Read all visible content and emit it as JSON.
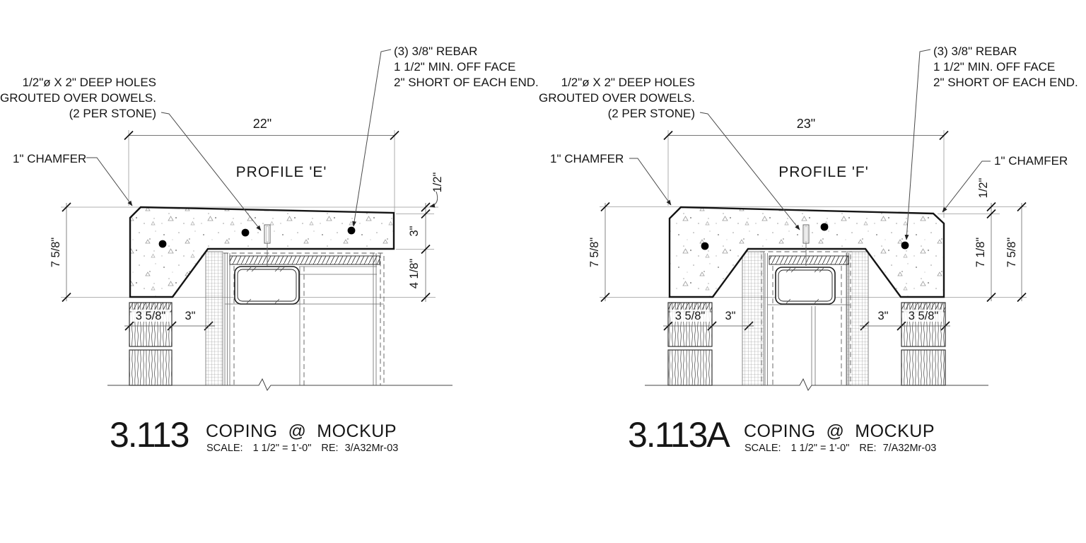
{
  "sheet": {
    "background": "#ffffff",
    "line_color": "#141414"
  },
  "details": [
    {
      "number": "3.113",
      "title": "COPING  @  MOCKUP",
      "scale_label": "SCALE:",
      "scale_value": "1 1/2\" = 1'-0\"",
      "re_label": "RE:",
      "re_value": "3/A32Mr-03",
      "profile_label": "PROFILE 'E'",
      "notes": {
        "holes": [
          "1/2\"ø X 2\" DEEP HOLES",
          "GROUTED OVER DOWELS.",
          "(2 PER STONE)"
        ],
        "rebar": [
          "(3) 3/8\" REBAR",
          "1 1/2\" MIN. OFF FACE",
          "2\" SHORT OF EACH END."
        ],
        "chamfer": "1\" CHAMFER"
      },
      "dims": {
        "width": "22\"",
        "slope_drop": "1/2\"",
        "front_thickness": "3\"",
        "back_drop": "4 1/8\"",
        "total_height": "7 5/8\"",
        "wood_width": "3 5/8\"",
        "gap": "3\""
      }
    },
    {
      "number": "3.113A",
      "title": "COPING  @  MOCKUP",
      "scale_label": "SCALE:",
      "scale_value": "1 1/2\" = 1'-0\"",
      "re_label": "RE:",
      "re_value": "7/A32Mr-03",
      "profile_label": "PROFILE 'F'",
      "notes": {
        "holes": [
          "1/2\"ø X 2\" DEEP HOLES",
          "GROUTED OVER DOWELS.",
          "(2 PER STONE)"
        ],
        "rebar": [
          "(3) 3/8\" REBAR",
          "1 1/2\" MIN. OFF FACE",
          "2\" SHORT OF EACH END."
        ],
        "chamfer_left": "1\" CHAMFER",
        "chamfer_right": "1\" CHAMFER"
      },
      "dims": {
        "width": "23\"",
        "slope_drop": "1/2\"",
        "inner_height": "7 1/8\"",
        "total_height_right": "7 5/8\"",
        "total_height_left": "7 5/8\"",
        "wood_width_left": "3 5/8\"",
        "gap_left": "3\"",
        "gap_right": "3\"",
        "wood_width_right": "3 5/8\""
      }
    }
  ]
}
